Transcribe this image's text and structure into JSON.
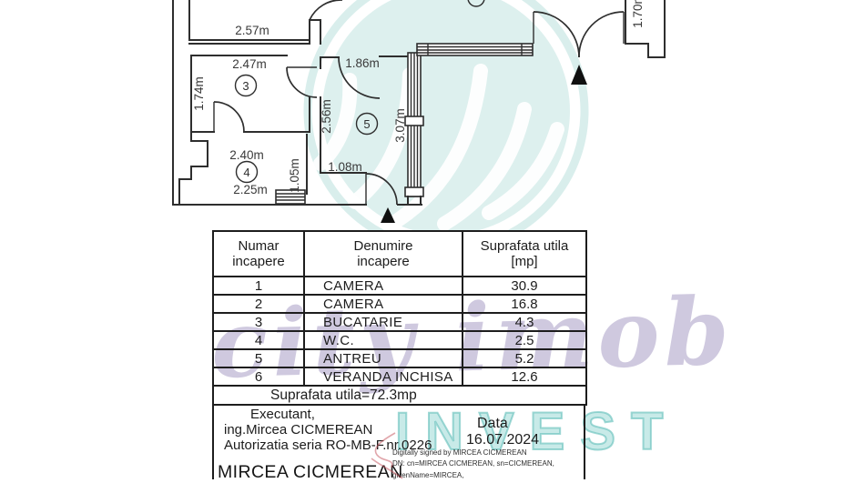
{
  "floor_plan": {
    "room_markers": [
      {
        "number": "3"
      },
      {
        "number": "4"
      },
      {
        "number": "5"
      }
    ],
    "dimensions": {
      "top_room_width": "2.57m",
      "room3_width": "2.47m",
      "room3_height": "1.74m",
      "door_width": "1.86m",
      "hall_height": "2.56m",
      "hall_wall": "3.07m",
      "room4_width_top": "2.40m",
      "room4_strip": "1.05m",
      "hall_step": "1.08m",
      "room4_width_bottom": "2.25m",
      "veranda_right": "1.70m"
    }
  },
  "table": {
    "headers": {
      "col1": "Numar\nincapere",
      "col2": "Denumire\nincapere",
      "col3": "Suprafata utila\n[mp]"
    },
    "rows": [
      {
        "nr": "1",
        "name": "CAMERA",
        "area": "30.9"
      },
      {
        "nr": "2",
        "name": "CAMERA",
        "area": "16.8"
      },
      {
        "nr": "3",
        "name": "BUCATARIE",
        "area": "4.3"
      },
      {
        "nr": "4",
        "name": "W.C.",
        "area": "2.5"
      },
      {
        "nr": "5",
        "name": "ANTREU",
        "area": "5.2"
      },
      {
        "nr": "6",
        "name": "VERANDA INCHISA",
        "area": "12.6"
      }
    ],
    "total": "Suprafata utila=72.3mp"
  },
  "footer": {
    "executant_title": "Executant,",
    "executant_name": "ing.Mircea CICMEREAN",
    "authorization": "Autorizatia seria RO-MB-F.nr.0226",
    "date_label": "Data",
    "date_value": "16.07.2024",
    "signer_name": "MIRCEA CICMEREAN",
    "digital_signature_line1": "Digitally signed by MIRCEA CICMEREAN",
    "digital_signature_line2": "DN: cn=MIRCEA CICMEREAN, sn=CICMEREAN,",
    "digital_signature_line3": "givenName=MIRCEA,"
  },
  "watermark": {
    "script_text": "city imob",
    "invest_text": "INVEST",
    "teal": "#6cc3be",
    "lavender": "#aca2c8"
  }
}
